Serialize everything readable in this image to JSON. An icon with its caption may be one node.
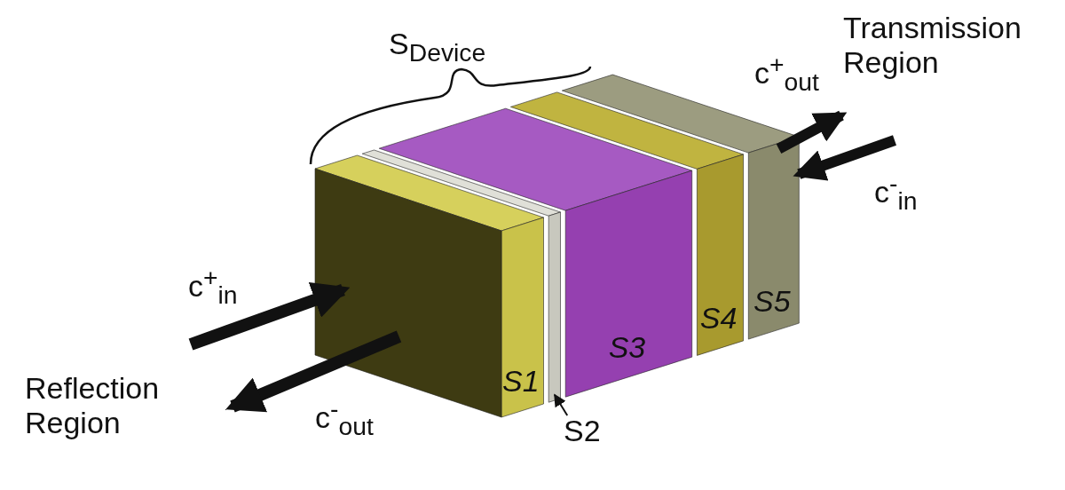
{
  "diagram": {
    "nodes": [
      {
        "text": [
          "S1"
        ]
      },
      {
        "text": [],
        "shape": "box"
      },
      {
        "text": [
          "S3"
        ]
      },
      {
        "text": [
          "S4"
        ]
      },
      {
        "text": [
          "S5"
        ]
      },
      {
        "text": [
          "S2"
        ]
      }
    ],
    "edges": [
      {
        "from": null,
        "to": 0,
        "arrow": "to",
        "label": "c$^{+}$$_{in}$"
      },
      {
        "from": 0,
        "to": null,
        "arrow": "to",
        "label": "c$^{-}$$_{out}$"
      },
      {
        "from": 4,
        "to": null,
        "arrow": "to",
        "label": "c$^{+}$$_{out}$"
      },
      {
        "from": null,
        "to": 4,
        "arrow": "to",
        "label": "c$^{-}$$_{in}$"
      },
      {
        "from": 5,
        "to": 1,
        "arrow": "to"
      }
    ],
    "labels": [
      "S$_{Device}$",
      "Transmission Region",
      "Reflection Region"
    ]
  }
}
